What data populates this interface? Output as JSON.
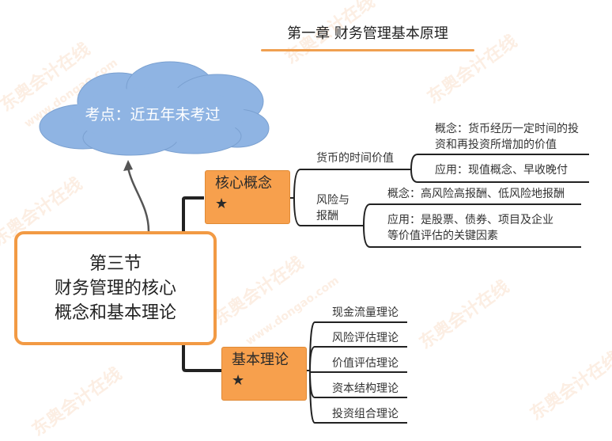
{
  "header": {
    "title": "第一章 财务管理基本原理"
  },
  "cloud": {
    "text": "考点：近五年未考过"
  },
  "central": {
    "line1": "第三节",
    "line2": "财务管理的核心",
    "line3": "概念和基本理论"
  },
  "core": {
    "label": "核心概念",
    "star": "★",
    "time_value": {
      "label": "货币的时间价值",
      "concept": [
        "概念：货币经历一定时间的投",
        "资和再投资所增加的价值"
      ],
      "application": "应用：现值概念、早收晚付"
    },
    "risk": {
      "label": [
        "风险与",
        "报酬"
      ],
      "concept": "概念：高风险高报酬、低风险地报酬",
      "application": [
        "应用：是股票、债券、项目及企业",
        "等价值评估的关键因素"
      ]
    }
  },
  "basic": {
    "label": "基本理论",
    "star": "★",
    "items": [
      "现金流量理论",
      "风险评估理论",
      "价值评估理论",
      "资本结构理论",
      "投资组合理论"
    ]
  },
  "colors": {
    "accent": "#f29a44",
    "box_fill": "#f7a04d",
    "cloud": "#8fb4e3",
    "line": "#2b2b2b"
  },
  "watermark": {
    "brand": "东奥会计在线",
    "url": "www.dongao.com"
  }
}
